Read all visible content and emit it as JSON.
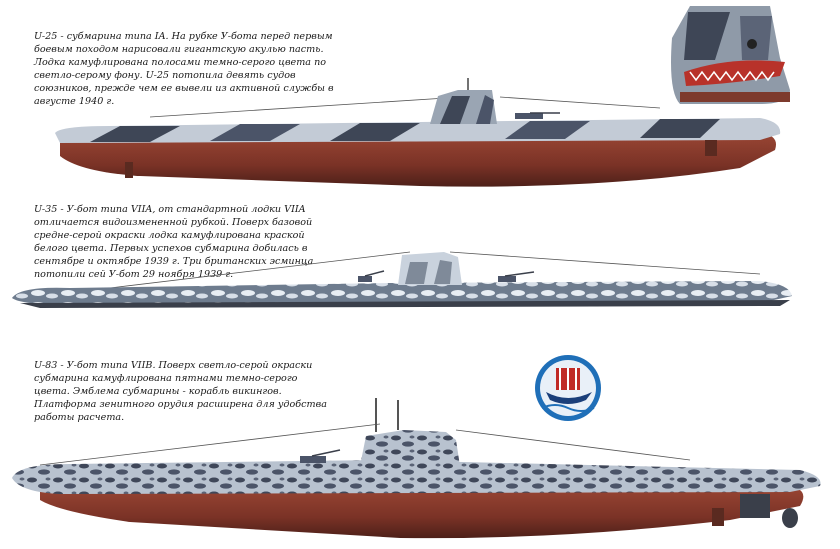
{
  "captions": [
    {
      "text": "U-25 - субмарина типа IA. На рубке У-бота перед первым боевым походом нарисовали гигантскую акулью пасть. Лодка камуфлирована полосами темно-серого цвета по светло-серому фону. U-25 потопила девять судов союзников, прежде чем ее вывели из активной службы в августе 1940 г."
    },
    {
      "text": "U-35 - У-бот типа VIIA, от стандартной лодки VIIA отличается видоизмененной рубкой. Поверх базовой средне-серой окраски лодка камуфлирована краской белого цвета. Первых успехов субмарина добилась в сентябре и октябре 1939 г. Три британских эсминца потопили сей У-бот 29 ноября 1939 г."
    },
    {
      "text": "U-83 - У-бот типа VIIB. Поверх светло-серой окраски субмарина камуфлирована пятнами темно-серого цвета. Эмблема субмарины - корабль викингов. Платформа зенитного орудия расширена для удобства работы расчета."
    }
  ],
  "colors": {
    "hull_red": "#8a3b2c",
    "hull_dark": "#3a3f4a",
    "camo_light": "#c9d2dd",
    "camo_mid": "#7f8a99",
    "camo_dark": "#3e4656",
    "emblem_blue": "#1f6fb8"
  },
  "icons": [
    "shark-mouth-conning-tower-detail",
    "viking-ship-emblem"
  ]
}
